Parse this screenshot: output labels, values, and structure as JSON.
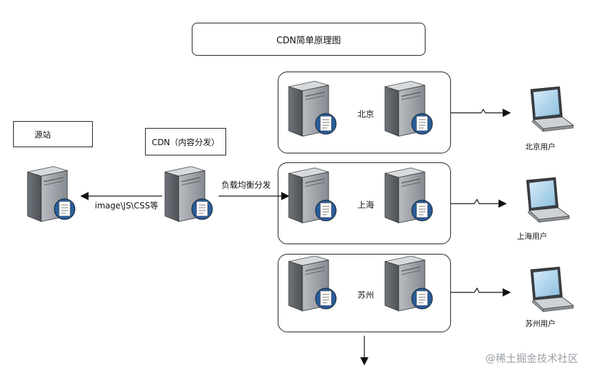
{
  "title": "CDN简单原理图",
  "origin_label": "源站",
  "cdn_label": "CDN（内容分发）",
  "arrow_left_label": "image\\JS\\CSS等",
  "arrow_right_label": "负载均衡分发",
  "regions": [
    {
      "city": "北京",
      "user": "北京用户"
    },
    {
      "city": "上海",
      "user": "上海用户"
    },
    {
      "city": "苏州",
      "user": "苏州用户"
    }
  ],
  "watermark": "@稀土掘金技术社区",
  "colors": {
    "server_body": "#8e9398",
    "server_light": "#c9ccd0",
    "doc_badge": "#2a5d9a",
    "screen": "#a9cde6"
  }
}
